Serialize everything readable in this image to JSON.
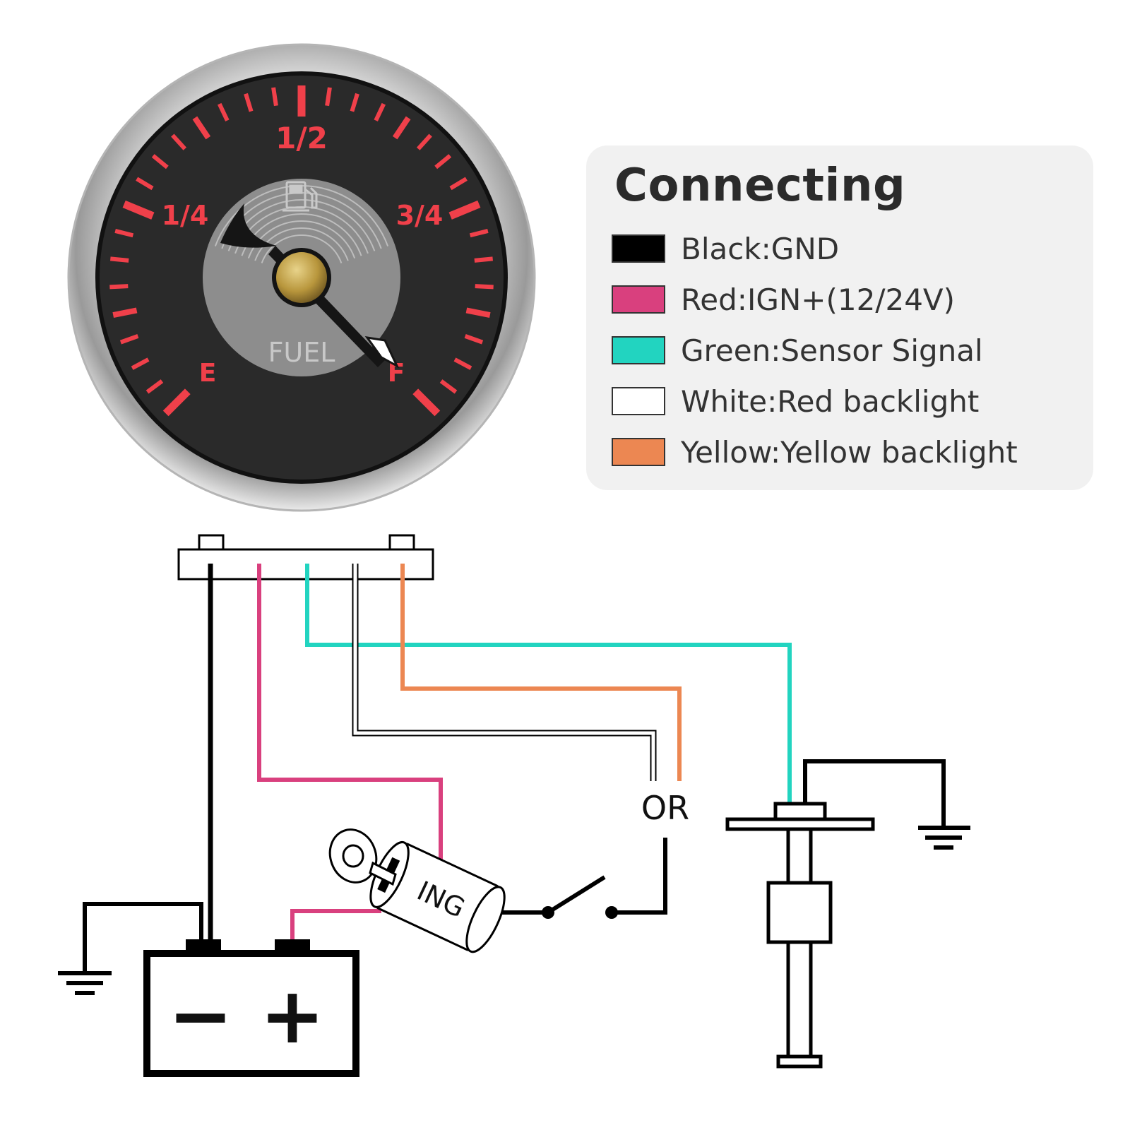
{
  "gauge": {
    "scale_labels": [
      "1/4",
      "1/2",
      "3/4"
    ],
    "empty_label": "E",
    "full_label": "F",
    "face_label": "FUEL",
    "fuel_pump_icon": "fuel-pump-icon",
    "tick_color": "#f0404a",
    "face_color": "#2a2a2a",
    "needle_reading": "F"
  },
  "legend": {
    "title": "Connecting",
    "items": [
      {
        "label": "Black:GND",
        "color": "#000000"
      },
      {
        "label": "Red:IGN+(12/24V)",
        "color": "#d9407e"
      },
      {
        "label": "Green:Sensor Signal",
        "color": "#22d4c0"
      },
      {
        "label": "White:Red backlight",
        "color": "#ffffff"
      },
      {
        "label": "Yellow:Yellow backlight",
        "color": "#ec8752"
      }
    ]
  },
  "diagram": {
    "or_label": "OR",
    "ignition_label": "ING",
    "battery_minus": "−",
    "battery_plus": "+",
    "wire_colors": {
      "black": "#000000",
      "red": "#d9407e",
      "green": "#22d4c0",
      "white": "#ffffff",
      "yellow": "#ec8752"
    }
  }
}
